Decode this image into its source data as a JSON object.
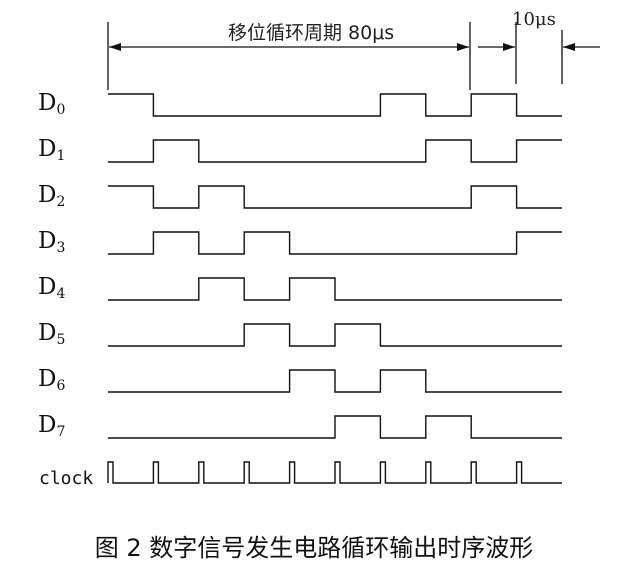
{
  "annotations": {
    "period_label": "移位循环周期 80μs",
    "interval_label": "10μs"
  },
  "caption": "图 2  数字信号发生电路循环输出时序波形",
  "signals": [
    {
      "base": "D",
      "sub": "0",
      "bits": [
        1,
        0,
        0,
        0,
        0,
        0,
        1,
        0,
        1,
        0
      ]
    },
    {
      "base": "D",
      "sub": "1",
      "bits": [
        0,
        1,
        0,
        0,
        0,
        0,
        0,
        1,
        0,
        1
      ]
    },
    {
      "base": "D",
      "sub": "2",
      "bits": [
        1,
        0,
        1,
        0,
        0,
        0,
        0,
        0,
        1,
        0
      ]
    },
    {
      "base": "D",
      "sub": "3",
      "bits": [
        0,
        1,
        0,
        1,
        0,
        0,
        0,
        0,
        0,
        1
      ]
    },
    {
      "base": "D",
      "sub": "4",
      "bits": [
        0,
        0,
        1,
        0,
        1,
        0,
        0,
        0,
        0,
        0
      ]
    },
    {
      "base": "D",
      "sub": "5",
      "bits": [
        0,
        0,
        0,
        1,
        0,
        1,
        0,
        0,
        0,
        0
      ]
    },
    {
      "base": "D",
      "sub": "6",
      "bits": [
        0,
        0,
        0,
        0,
        1,
        0,
        1,
        0,
        0,
        0
      ]
    },
    {
      "base": "D",
      "sub": "7",
      "bits": [
        0,
        0,
        0,
        0,
        0,
        1,
        0,
        1,
        0,
        0
      ]
    }
  ],
  "clock": {
    "label": "clock",
    "pulses": 10
  }
}
